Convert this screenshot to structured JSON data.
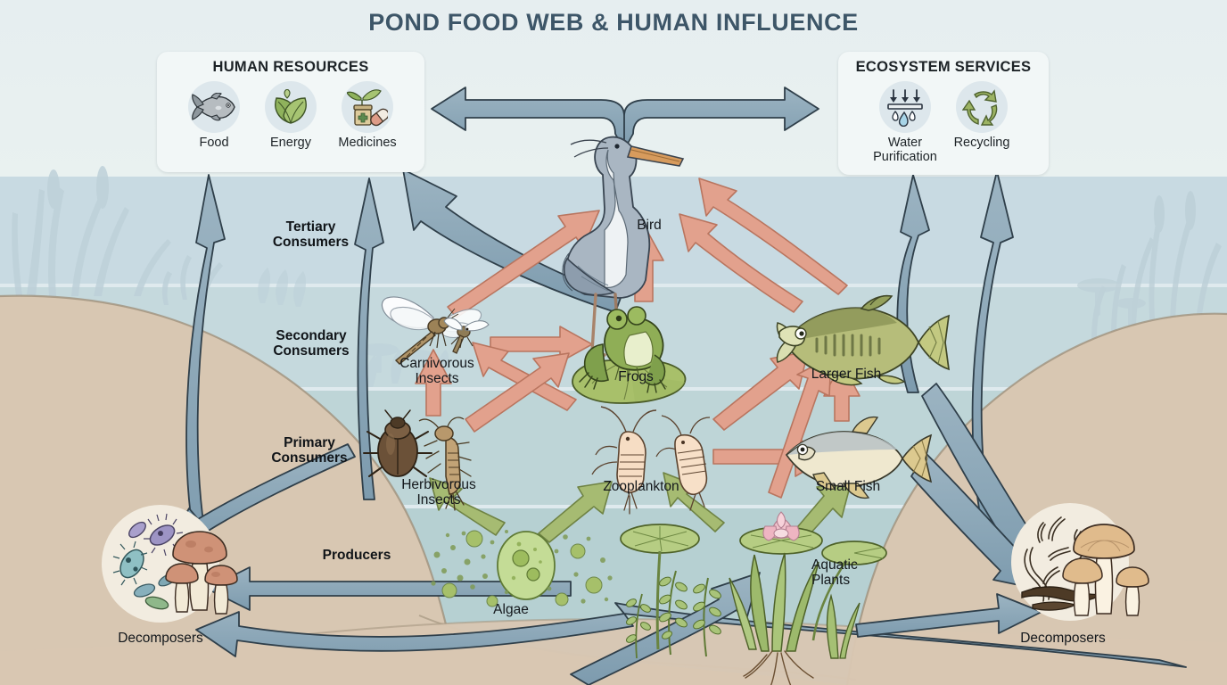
{
  "title": "POND FOOD WEB & HUMAN INFLUENCE",
  "panels": {
    "human_resources": {
      "title": "HUMAN RESOURCES",
      "items": [
        {
          "label": "Food",
          "icon": "fish-icon"
        },
        {
          "label": "Energy",
          "icon": "leaf-icon"
        },
        {
          "label": "Medicines",
          "icon": "medicine-bottle-icon"
        }
      ]
    },
    "ecosystem_services": {
      "title": "ECOSYSTEM SERVICES",
      "items": [
        {
          "label": "Water\nPurification",
          "icon": "water-filter-icon"
        },
        {
          "label": "Recycling",
          "icon": "recycle-icon"
        }
      ]
    }
  },
  "trophic_levels": [
    {
      "label": "Tertiary\nConsumers"
    },
    {
      "label": "Secondary\nConsumers"
    },
    {
      "label": "Primary\nConsumers"
    },
    {
      "label": "Producers"
    }
  ],
  "organisms": [
    {
      "label": "Bird",
      "icon": "heron-icon",
      "tier": "tertiary"
    },
    {
      "label": "Carnivorous\nInsects",
      "icon": "dragonfly-icon",
      "tier": "secondary"
    },
    {
      "label": "Frogs",
      "icon": "frog-icon",
      "tier": "secondary"
    },
    {
      "label": "Larger Fish",
      "icon": "bass-fish-icon",
      "tier": "secondary"
    },
    {
      "label": "Herbivorous\nInsects",
      "icon": "beetle-icon",
      "tier": "primary"
    },
    {
      "label": "Zooplankton",
      "icon": "copepod-icon",
      "tier": "primary"
    },
    {
      "label": "Small Fish",
      "icon": "minnow-icon",
      "tier": "primary"
    },
    {
      "label": "Algae",
      "icon": "algae-icon",
      "tier": "producers"
    },
    {
      "label": "Aquatic\nPlants",
      "icon": "aquatic-plant-icon",
      "tier": "producers"
    },
    {
      "label": "Decomposers",
      "icon": "bacteria-mushroom-icon",
      "tier": "decomposer-left"
    },
    {
      "label": "Decomposers",
      "icon": "worm-mushroom-icon",
      "tier": "decomposer-right"
    }
  ],
  "colors": {
    "title_text": "#3d5668",
    "sky": "#e8f0f0",
    "water_upper": "#c5d8e0",
    "water_mid": "#c2d9dc",
    "water_lower": "#b7d3d5",
    "bank": "#d9c9b4",
    "feeding_arrow": "#e2a18d",
    "producer_arrow": "#9db36a",
    "service_arrow": "#7d9bb0",
    "panel_bg": "#f2f7f7",
    "disc_bg": "#dde7ec"
  }
}
